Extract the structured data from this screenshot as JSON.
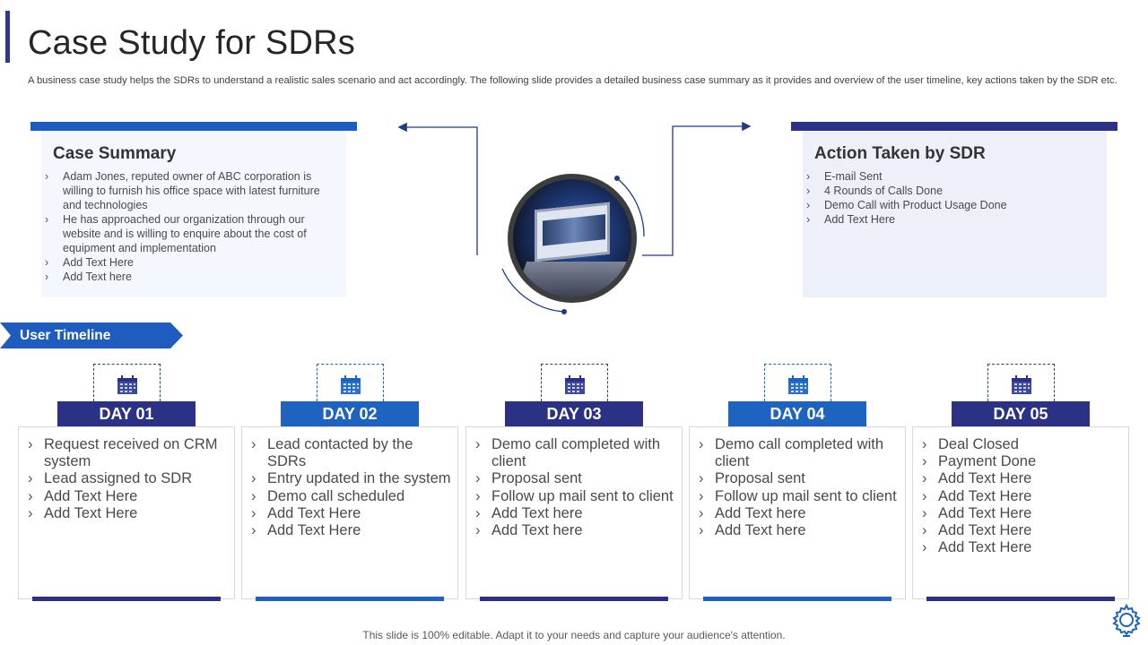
{
  "header": {
    "title": "Case Study for SDRs",
    "subtitle": "A business case study helps the SDRs to understand a realistic sales scenario and act accordingly. The following slide provides a detailed business case summary as it provides and overview of the user timeline, key actions taken by the SDR etc."
  },
  "case_summary": {
    "title": "Case Summary",
    "items": [
      "Adam Jones, reputed owner of ABC corporation is willing to furnish his office space with latest furniture  and technologies",
      "He has approached our organization through our website and is willing to enquire  about the cost of equipment and implementation",
      "Add Text Here",
      "Add Text here"
    ]
  },
  "action_taken": {
    "title": "Action Taken by SDR",
    "items": [
      "E-mail Sent",
      "4 Rounds of Calls Done",
      "Demo Call with Product Usage Done",
      "Add Text Here"
    ]
  },
  "timeline": {
    "label": "User Timeline",
    "days": [
      {
        "label": "DAY 01",
        "color": "#2b3184",
        "items": [
          "Request received on CRM system",
          "Lead assigned to SDR",
          "Add Text Here",
          "Add Text Here"
        ]
      },
      {
        "label": "DAY 02",
        "color": "#1f63c0",
        "items": [
          "Lead contacted by the SDRs",
          "Entry updated in the system",
          "Demo call scheduled",
          "Add Text Here",
          "Add Text Here"
        ]
      },
      {
        "label": "DAY 03",
        "color": "#2b3184",
        "items": [
          "Demo call completed with client",
          "Proposal sent",
          "Follow up mail sent to client",
          "Add Text here",
          "Add Text here"
        ]
      },
      {
        "label": "DAY 04",
        "color": "#1f63c0",
        "items": [
          "Demo call completed with client",
          "Proposal sent",
          "Follow up mail sent to client",
          "Add Text here",
          "Add Text here"
        ]
      },
      {
        "label": "DAY 05",
        "color": "#2b3184",
        "items": [
          "Deal Closed",
          "Payment Done",
          "Add Text Here",
          "Add Text Here",
          "Add Text Here",
          "Add Text Here",
          "Add Text Here"
        ]
      }
    ]
  },
  "colors": {
    "navy": "#2b3184",
    "blue": "#1f63c0",
    "panel_bg": "#f4f7fd"
  },
  "icons": [
    "calendar-icon",
    "lightbulb-gear-icon",
    "laptop-photo"
  ],
  "footer": "This slide is 100% editable. Adapt it to your needs and capture your audience's attention."
}
